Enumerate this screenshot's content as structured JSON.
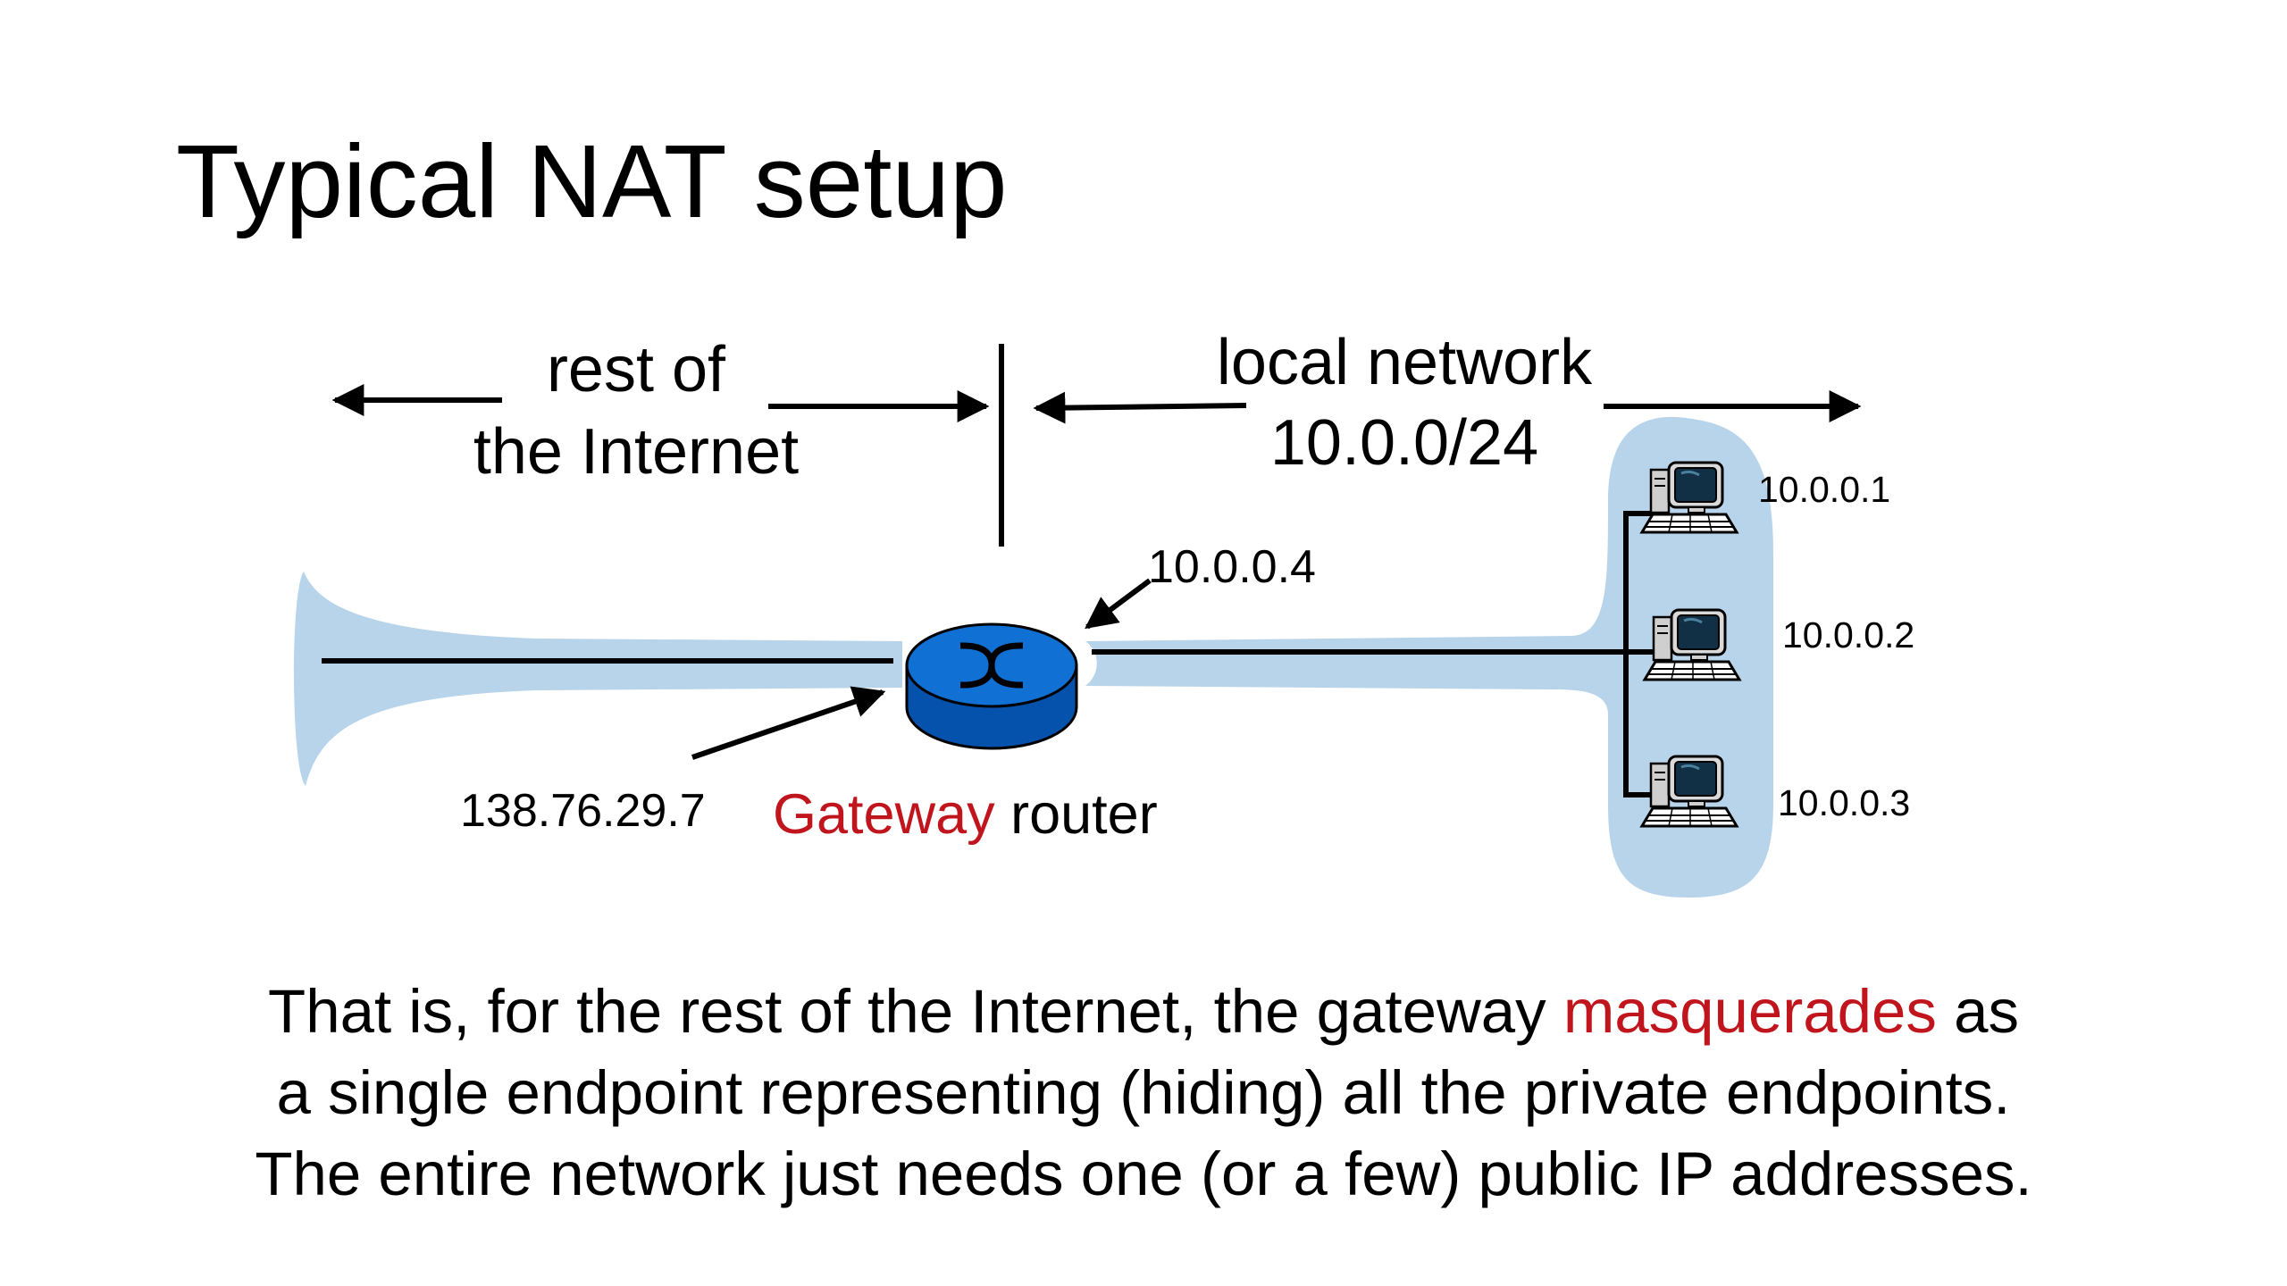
{
  "title": "Typical NAT setup",
  "colors": {
    "cloud": "#b8d4ea",
    "router_top": "#1170d4",
    "router_body": "#0552ad",
    "highlight": "#c0151c",
    "line": "#000000"
  },
  "diagram": {
    "internet_label": {
      "line1": "rest of",
      "line2": "the Internet"
    },
    "local_label": {
      "line1": "local network",
      "line2": "10.0.0/24"
    },
    "router_internal_ip": "10.0.0.4",
    "router_external_ip": "138.76.29.7",
    "router_label": {
      "highlight": "Gateway",
      "rest": " router"
    },
    "hosts": [
      {
        "ip": "10.0.0.1",
        "icon": "computer-icon"
      },
      {
        "ip": "10.0.0.2",
        "icon": "computer-icon"
      },
      {
        "ip": "10.0.0.3",
        "icon": "computer-icon"
      }
    ]
  },
  "caption": {
    "line1_before": "That is, for the rest of the Internet, the gateway ",
    "line1_highlight": "masquerades",
    "line1_after": " as",
    "line2": "a single endpoint representing (hiding) all the private endpoints.",
    "line3": "The entire network just needs one (or a few) public IP addresses."
  }
}
